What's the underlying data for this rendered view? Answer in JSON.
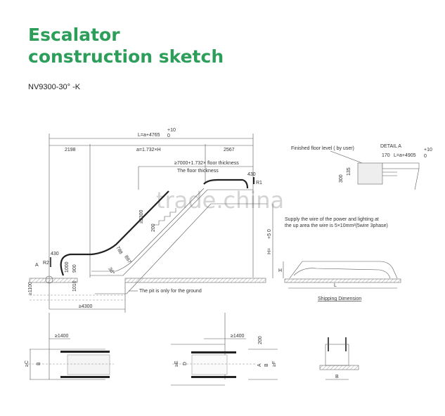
{
  "header": {
    "title_line1": "Escalator",
    "title_line2": "construction sketch",
    "model": "NV9300-30° -K"
  },
  "side_view": {
    "total_length": "L=a+4765",
    "total_tol_upper": "+10",
    "total_tol_lower": "0",
    "left_len": "2198",
    "mid_len": "a=1.732×H",
    "right_len": "2567",
    "upper_span": "≥7000+1.732× floor thickness",
    "floor_thickness": "The floor thickness",
    "top_support": "430",
    "r1": "R1",
    "bottom_support": "430",
    "r2": "R2",
    "detail_marker": "A",
    "clearance": "≥2300",
    "step_height": "200",
    "dim_788": "788",
    "dim_897": "897",
    "angle": "30°",
    "handrail_1000": "1000",
    "handrail_900": "900",
    "pit_depth": "1010",
    "pit_side": "≥1100",
    "pit_length": "≥4300",
    "pit_note": "The pit is only for the ground",
    "height": "H=",
    "height_tol": "+5 0"
  },
  "detail_a": {
    "floor_level": "Finished floor level ( by user)",
    "title": "DETAIL A",
    "dim_170": "170",
    "length": "L=a+4905",
    "tol_upper": "+10",
    "tol_lower": "0",
    "dim_135": "135",
    "dim_300": "300"
  },
  "power_note": {
    "line1": "Supply the wire of the power and lighting at",
    "line2": "the up area the wire is 5×10mm²(5wire 3phase)"
  },
  "shipping": {
    "h": "H",
    "l": "L",
    "label": "Shipping Dimension"
  },
  "plan_views": {
    "left_1400": "≥1400",
    "left_c": "≥C",
    "left_b": "B",
    "right_1400": "≥1400",
    "right_200": "200",
    "right_e": "≥E",
    "right_d": "D",
    "right_a": "A",
    "right_b": "B",
    "right_f": "≥F",
    "section_b": "B"
  },
  "watermark": "trade.china"
}
